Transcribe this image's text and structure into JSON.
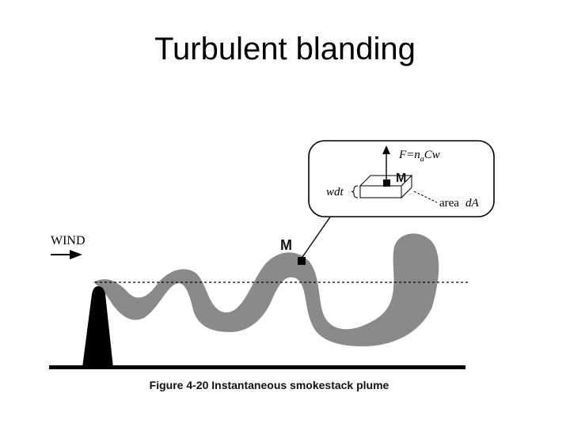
{
  "slide": {
    "title": "Turbulent blanding"
  },
  "figure": {
    "wind_label": "WIND",
    "point_label": "M",
    "inset": {
      "point_label": "M",
      "flux_label": "F=n",
      "flux_subscript": "a",
      "flux_suffix": "Cw",
      "height_label": "wdt",
      "area_label": "area",
      "area_symbol": "dA"
    },
    "caption": "Figure 4-20 Instantaneous smokestack plume"
  },
  "colors": {
    "plume": "#8a8a8a",
    "ink": "#000000"
  }
}
